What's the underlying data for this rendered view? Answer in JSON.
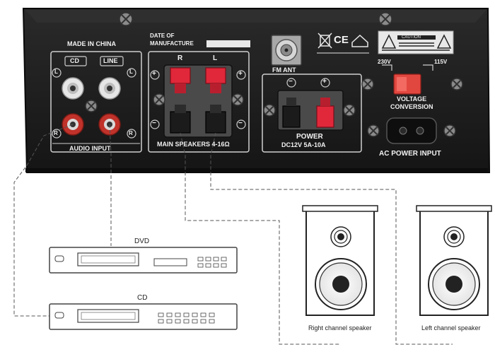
{
  "amplifier": {
    "made_in": "MADE IN CHINA",
    "date_of": "DATE OF",
    "manufacture": "MANUFACTURE",
    "audio_input": {
      "title": "AUDIO INPUT",
      "cd_label": "CD",
      "line_label": "LINE",
      "left_mark": "L",
      "right_mark": "R"
    },
    "speakers": {
      "title": "MAIN SPEAKERS 4-16Ω",
      "r_label": "R",
      "l_label": "L",
      "plus": "+",
      "minus": "−"
    },
    "fm_ant": "FM ANT",
    "power": {
      "title": "POWER",
      "rating": "DC12V  5A-10A",
      "plus": "+",
      "minus": "−"
    },
    "voltage": {
      "v230": "230V",
      "v115": "115V",
      "title_line1": "VOLTAGE",
      "title_line2": "CONVERSION",
      "caution": "CAUTION"
    },
    "ac_power": "AC POWER INPUT",
    "certification_marks": [
      "CE"
    ]
  },
  "devices": {
    "dvd_label": "DVD",
    "cd_label": "CD",
    "right_speaker_label": "Right channel speaker",
    "left_speaker_label": "Left channel speaker"
  },
  "colors": {
    "panel": "#1d1d1d",
    "panel_edge": "#3a3a3a",
    "terminal_red": "#e0283a",
    "rca_red": "#c0322a",
    "switch_red": "#e2473f",
    "line": "#555555"
  }
}
